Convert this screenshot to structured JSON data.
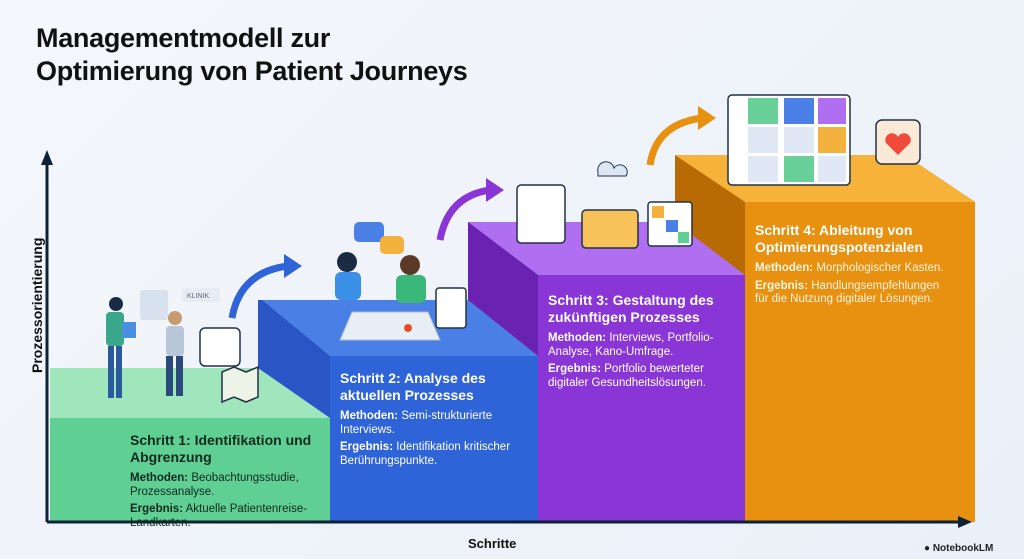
{
  "title_lines": [
    "Managementmodell zur",
    "Optimierung von Patient Journeys"
  ],
  "axes": {
    "y_label": "Prozessorientierung",
    "x_label": "Schritte"
  },
  "steps": [
    {
      "title": "Schritt 1: Identifikation und Abgrenzung",
      "methods_label": "Methoden:",
      "methods": "Beobachtungsstudie, Prozessanalyse.",
      "result_label": "Ergebnis:",
      "result": "Aktuelle Patientenreise-Landkarten.",
      "color": "#5fcf93"
    },
    {
      "title": "Schritt 2: Analyse des aktuellen Prozesses",
      "methods_label": "Methoden:",
      "methods": "Semi-strukturierte Interviews.",
      "result_label": "Ergebnis:",
      "result": "Identifikation kritischer Berührungspunkte.",
      "color": "#2f63d8"
    },
    {
      "title": "Schritt 3: Gestaltung des zukünftigen Prozesses",
      "methods_label": "Methoden:",
      "methods": "Interviews, Portfolio-Analyse, Kano-Umfrage.",
      "result_label": "Ergebnis:",
      "result": "Portfolio bewerteter digitaler Gesundheitslösungen.",
      "color": "#8a35d6"
    },
    {
      "title": "Schritt 4: Ableitung von Optimierungspotenzialen",
      "methods_label": "Methoden:",
      "methods": "Morphologischer Kasten.",
      "result_label": "Ergebnis:",
      "result": "Handlungsempfehlungen für die Nutzung digitaler Lösungen.",
      "color": "#e8900f"
    }
  ],
  "illustration": {
    "clinic_sign": "KLINIK"
  },
  "brand": "NotebookLM"
}
